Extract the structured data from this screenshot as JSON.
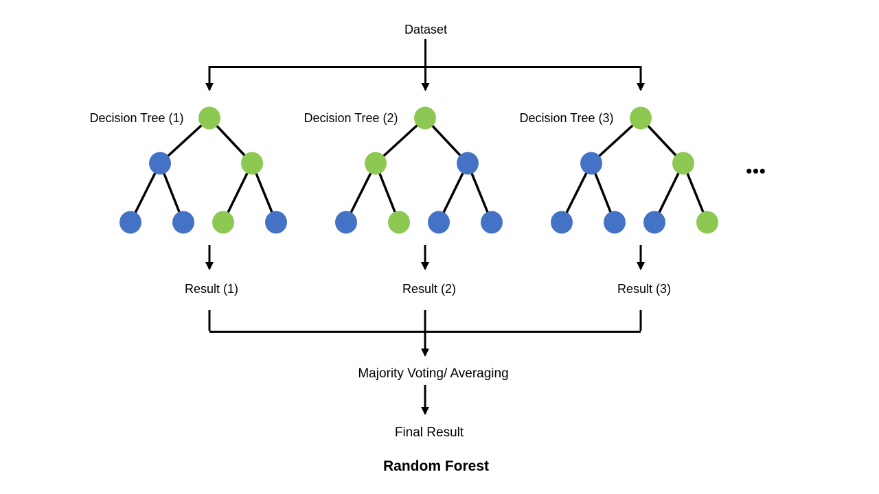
{
  "diagram": {
    "title": "Random Forest",
    "dataset_label": "Dataset",
    "majority_label": "Majority Voting/ Averaging",
    "final_label": "Final Result",
    "ellipsis": "•••",
    "colors": {
      "node_green": "#8CC852",
      "node_blue": "#4472C4",
      "line": "#000000",
      "background": "#FFFFFF"
    }
  },
  "trees": [
    {
      "label": "Decision Tree (1)",
      "result_label": "Result (1)",
      "node_colors": [
        "#8CC852",
        "#4472C4",
        "#8CC852",
        "#4472C4",
        "#4472C4",
        "#8CC852",
        "#4472C4"
      ]
    },
    {
      "label": "Decision Tree (2)",
      "result_label": "Result (2)",
      "node_colors": [
        "#8CC852",
        "#8CC852",
        "#4472C4",
        "#4472C4",
        "#8CC852",
        "#4472C4",
        "#4472C4"
      ]
    },
    {
      "label": "Decision Tree (3)",
      "result_label": "Result (3)",
      "node_colors": [
        "#8CC852",
        "#4472C4",
        "#8CC852",
        "#4472C4",
        "#4472C4",
        "#4472C4",
        "#8CC852"
      ]
    }
  ]
}
